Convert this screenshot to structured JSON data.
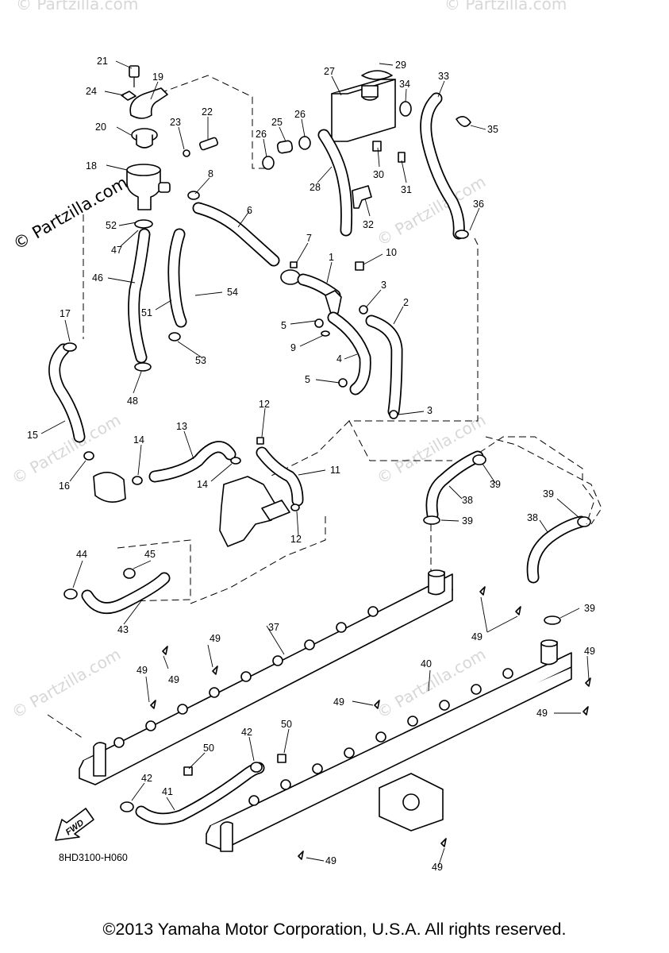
{
  "watermark_text": "© Partzilla.com",
  "diagram_code": "8HD3100-H060",
  "fwd_label": "FWD",
  "copyright": "©2013 Yamaha Motor Corporation, U.S.A. All rights reserved.",
  "callouts": {
    "c21": "21",
    "c29": "29",
    "c27": "27",
    "c33": "33",
    "c34": "34",
    "c24": "24",
    "c19": "19",
    "c22": "22",
    "c26a": "26",
    "c25": "25",
    "c26b": "26",
    "c20": "20",
    "c23": "23",
    "c35": "35",
    "c30": "30",
    "c31": "31",
    "c18": "18",
    "c8": "8",
    "c28": "28",
    "c36": "36",
    "c6": "6",
    "c32": "32",
    "c52": "52",
    "c47": "47",
    "c7": "7",
    "c1": "1",
    "c10": "10",
    "c46": "46",
    "c51": "51",
    "c54": "54",
    "c3a": "3",
    "c2": "2",
    "c17": "17",
    "c5a": "5",
    "c9": "9",
    "c53": "53",
    "c4": "4",
    "c5b": "5",
    "c48": "48",
    "c3b": "3",
    "c12a": "12",
    "c15": "15",
    "c13": "13",
    "c14a": "14",
    "c11": "11",
    "c16": "16",
    "c14b": "14",
    "c39a": "39",
    "c38a": "38",
    "c39b": "39",
    "c39c": "39",
    "c38b": "38",
    "c12b": "12",
    "c44": "44",
    "c45": "45",
    "c39d": "39",
    "c43": "43",
    "c49a": "49",
    "c37": "37",
    "c49b": "49",
    "c49c": "49",
    "c49d": "49",
    "c49e": "49",
    "c40": "40",
    "c49f": "49",
    "c49g": "49",
    "c50a": "50",
    "c42a": "42",
    "c50b": "50",
    "c42b": "42",
    "c41": "41",
    "c49h": "49",
    "c49i": "49"
  }
}
